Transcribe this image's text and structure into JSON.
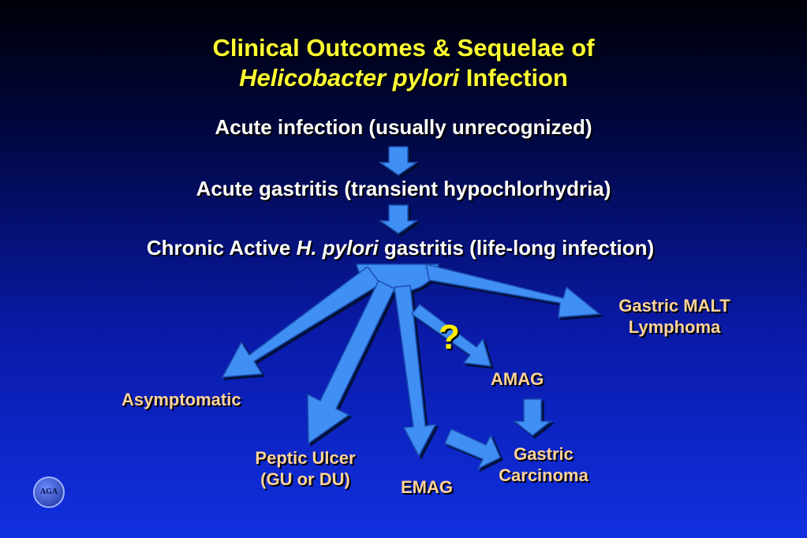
{
  "title": {
    "line1": "Clinical Outcomes & Sequelae of",
    "line2_italic": "Helicobacter pylori",
    "line2_rest": " Infection"
  },
  "stages": {
    "acute_infection": "Acute infection (usually unrecognized)",
    "acute_gastritis": "Acute gastritis (transient hypochlorhydria)",
    "chronic_pre": "Chronic Active ",
    "chronic_italic": "H. pylori",
    "chronic_post": " gastritis (life-long infection)"
  },
  "outcomes": {
    "malt_line1": "Gastric MALT",
    "malt_line2": "Lymphoma",
    "asymptomatic": "Asymptomatic",
    "ulcer_line1": "Peptic Ulcer",
    "ulcer_line2": "(GU or DU)",
    "emag": "EMAG",
    "amag": "AMAG",
    "carcinoma_line1": "Gastric",
    "carcinoma_line2": "Carcinoma"
  },
  "question_mark": "?",
  "logo_text": "AGA",
  "colors": {
    "title": "#ffff33",
    "stage_text": "#ffffff",
    "outcome_text": "#ffd39a",
    "arrow_fill": "#3f8ff5",
    "arrow_edge": "#1b4fb0"
  }
}
